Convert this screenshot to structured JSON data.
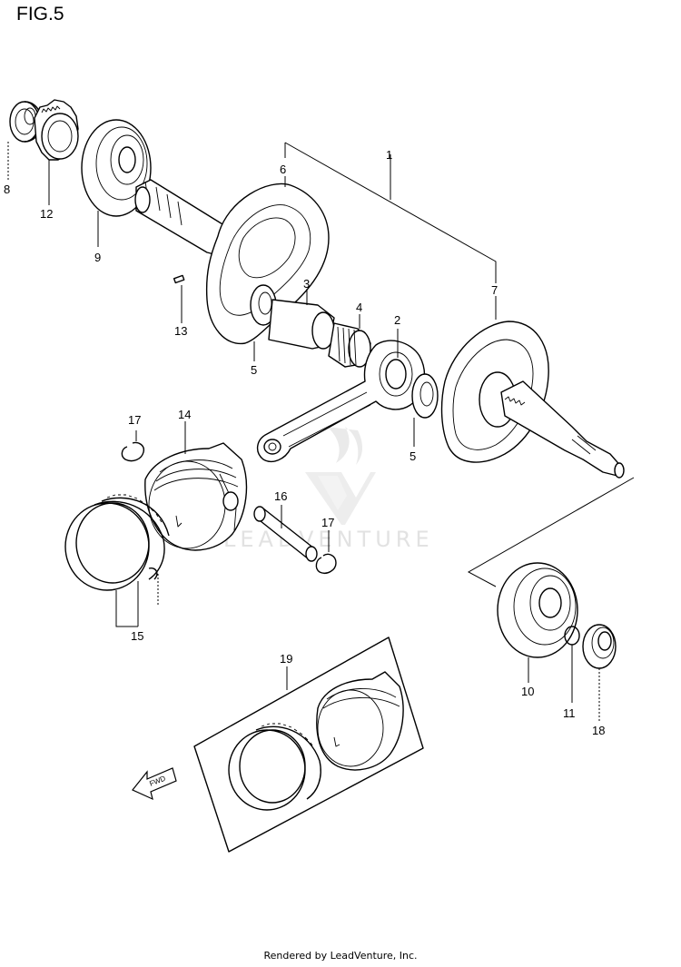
{
  "figure": {
    "title": "FIG.5"
  },
  "callouts": [
    {
      "id": "1",
      "label": "1"
    },
    {
      "id": "2",
      "label": "2"
    },
    {
      "id": "3",
      "label": "3"
    },
    {
      "id": "4",
      "label": "4"
    },
    {
      "id": "5a",
      "label": "5"
    },
    {
      "id": "5b",
      "label": "5"
    },
    {
      "id": "6",
      "label": "6"
    },
    {
      "id": "7",
      "label": "7"
    },
    {
      "id": "8",
      "label": "8"
    },
    {
      "id": "9",
      "label": "9"
    },
    {
      "id": "10",
      "label": "10"
    },
    {
      "id": "11",
      "label": "11"
    },
    {
      "id": "12",
      "label": "12"
    },
    {
      "id": "13",
      "label": "13"
    },
    {
      "id": "14",
      "label": "14"
    },
    {
      "id": "15",
      "label": "15"
    },
    {
      "id": "16",
      "label": "16"
    },
    {
      "id": "17a",
      "label": "17"
    },
    {
      "id": "17b",
      "label": "17"
    },
    {
      "id": "18",
      "label": "18"
    },
    {
      "id": "19",
      "label": "19"
    }
  ],
  "direction_marker": {
    "label": "FWD"
  },
  "watermark": {
    "text": "LEADVENTURE"
  },
  "footer": {
    "text": "Rendered by LeadVenture, Inc."
  },
  "icons": {
    "watermark_logo": "leadventure-flame-logo-icon",
    "forward_arrow": "fwd-arrow-icon"
  }
}
